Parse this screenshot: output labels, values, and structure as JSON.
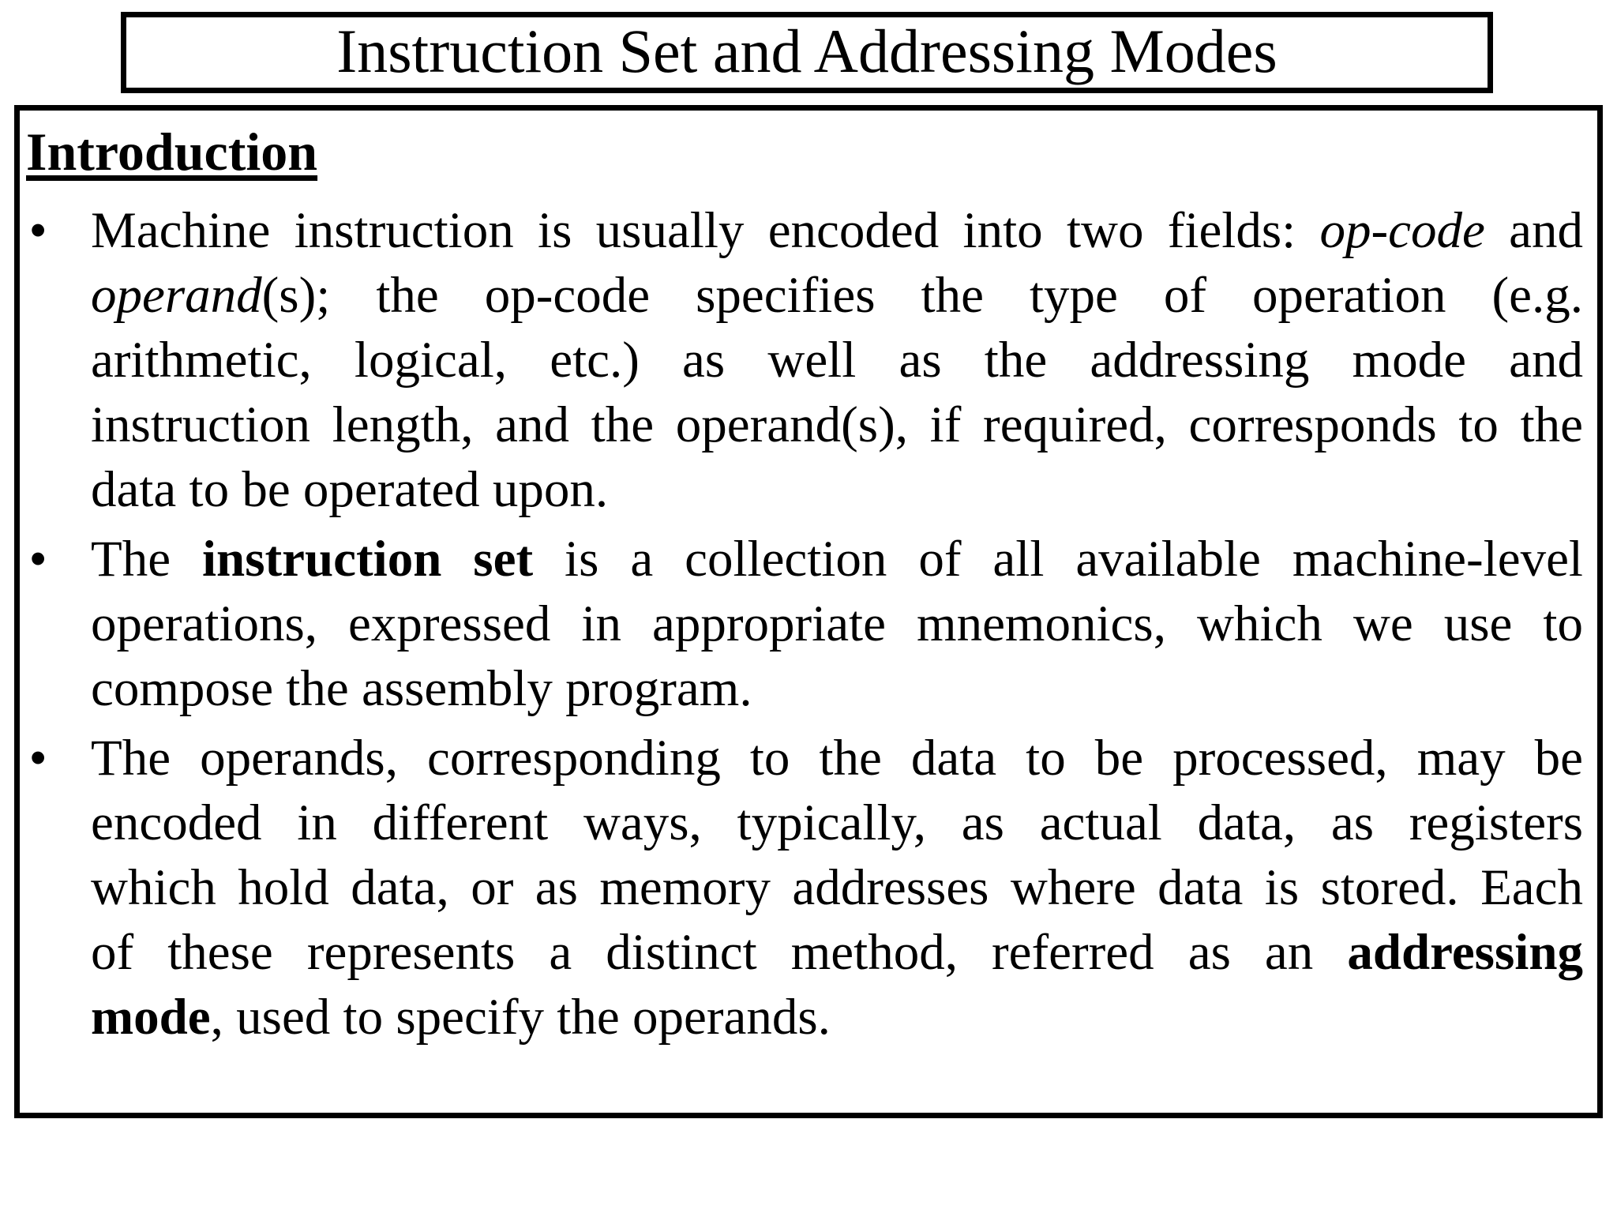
{
  "title": "Instruction Set and Addressing Modes",
  "colors": {
    "background": "#ffffff",
    "text": "#000000",
    "border": "#000000"
  },
  "content": {
    "heading": "Introduction",
    "bullet_marker": "•",
    "bullets": [
      {
        "lines": [
          [
            {
              "t": "Machine instruction is usually encoded into two fields: "
            },
            {
              "t": "op-code",
              "i": true
            },
            {
              "t": " and"
            }
          ],
          [
            {
              "t": "operand",
              "i": true
            },
            {
              "t": "(s); the op-code specifies the type of operation (e.g."
            }
          ],
          [
            {
              "t": "arithmetic, logical, etc.) as well as the addressing mode and"
            }
          ],
          [
            {
              "t": "instruction length, and the operand(s), if required, corresponds to the"
            }
          ],
          [
            {
              "t": "data to be operated upon."
            }
          ]
        ]
      },
      {
        "lines": [
          [
            {
              "t": "The "
            },
            {
              "t": "instruction set",
              "b": true
            },
            {
              "t": " is a collection of all available machine-level"
            }
          ],
          [
            {
              "t": "operations, expressed in appropriate mnemonics, which we use to"
            }
          ],
          [
            {
              "t": "compose the assembly program."
            }
          ]
        ]
      },
      {
        "lines": [
          [
            {
              "t": "The operands, corresponding to the data to be processed, may be"
            }
          ],
          [
            {
              "t": "encoded in different ways, typically, as actual data, as registers"
            }
          ],
          [
            {
              "t": "which hold data, or as memory addresses where data is stored. Each"
            }
          ],
          [
            {
              "t": "of these represents a distinct method, referred as an "
            },
            {
              "t": "addressing",
              "b": true
            }
          ],
          [
            {
              "t": "mode",
              "b": true
            },
            {
              "t": ", used to specify the operands."
            }
          ]
        ]
      }
    ]
  }
}
